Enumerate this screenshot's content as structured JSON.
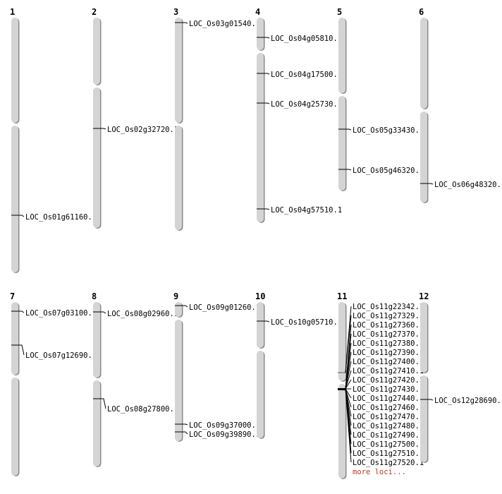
{
  "chromosomes": [
    {
      "number": "1",
      "loci": [
        "LOC_Os01g61160.1"
      ]
    },
    {
      "number": "2",
      "loci": [
        "LOC_Os02g32720.1"
      ]
    },
    {
      "number": "3",
      "loci": [
        "LOC_Os03g01540.1"
      ]
    },
    {
      "number": "4",
      "loci": [
        "LOC_Os04g05810.1",
        "LOC_Os04g17500.1",
        "LOC_Os04g25730.1",
        "LOC_Os04g57510.1"
      ]
    },
    {
      "number": "5",
      "loci": [
        "LOC_Os05g33430.1",
        "LOC_Os05g46320.1"
      ]
    },
    {
      "number": "6",
      "loci": [
        "LOC_Os06g48320.1"
      ]
    },
    {
      "number": "7",
      "loci": [
        "LOC_Os07g03100.1",
        "LOC_Os07g12690.1"
      ]
    },
    {
      "number": "8",
      "loci": [
        "LOC_Os08g02960.1",
        "LOC_Os08g27800.1"
      ]
    },
    {
      "number": "9",
      "loci": [
        "LOC_Os09g01260.1",
        "LOC_Os09g37000.1",
        "LOC_Os09g39890.1"
      ]
    },
    {
      "number": "10",
      "loci": [
        "LOC_Os10g05710.1"
      ]
    },
    {
      "number": "11",
      "loci": [
        "LOC_Os11g22342.1",
        "LOC_Os11g27329.1",
        "LOC_Os11g27360.1",
        "LOC_Os11g27370.1",
        "LOC_Os11g27380.1",
        "LOC_Os11g27390.1",
        "LOC_Os11g27400.1",
        "LOC_Os11g27410.1",
        "LOC_Os11g27420.1",
        "LOC_Os11g27430.1",
        "LOC_Os11g27440.1",
        "LOC_Os11g27460.1",
        "LOC_Os11g27470.1",
        "LOC_Os11g27480.1",
        "LOC_Os11g27490.1",
        "LOC_Os11g27500.1",
        "LOC_Os11g27510.1",
        "LOC_Os11g27520.1"
      ],
      "more": "more loci..."
    },
    {
      "number": "12",
      "loci": [
        "LOC_Os12g28690.1"
      ]
    }
  ],
  "colors": {
    "chromosome": "#d4d4d4",
    "shadow": "#8a8a8a",
    "marker": "#000000",
    "more": "#c0392b"
  }
}
